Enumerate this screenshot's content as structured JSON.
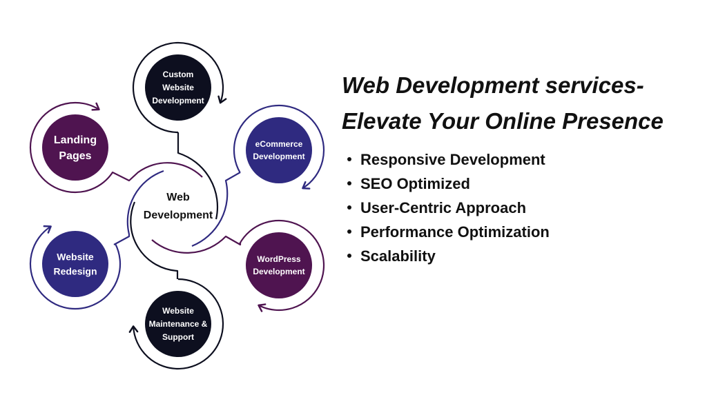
{
  "diagram": {
    "center_label": [
      "Web",
      "Development"
    ],
    "colors": {
      "navy": "#0d0f1f",
      "purple": "#4f1450",
      "indigo": "#2f2a80"
    },
    "nodes": [
      {
        "id": "custom-website-development",
        "lines": [
          "Custom",
          "Website",
          "Development"
        ],
        "color": "#0d0f1f"
      },
      {
        "id": "landing-pages",
        "lines": [
          "Landing",
          "Pages"
        ],
        "color": "#4f1450"
      },
      {
        "id": "ecommerce-development",
        "lines": [
          "eCommerce",
          "Development"
        ],
        "color": "#2f2a80"
      },
      {
        "id": "website-redesign",
        "lines": [
          "Website",
          "Redesign"
        ],
        "color": "#2f2a80"
      },
      {
        "id": "wordpress-development",
        "lines": [
          "WordPress",
          "Development"
        ],
        "color": "#4f1450"
      },
      {
        "id": "website-maintenance-support",
        "lines": [
          "Website",
          "Maintenance &",
          "Support"
        ],
        "color": "#0d0f1f"
      }
    ]
  },
  "heading": {
    "line1": "Web Development services-",
    "line2": "Elevate Your Online Presence"
  },
  "features": [
    "Responsive Development",
    "SEO Optimized",
    "User-Centric Approach",
    "Performance Optimization",
    "Scalability"
  ]
}
